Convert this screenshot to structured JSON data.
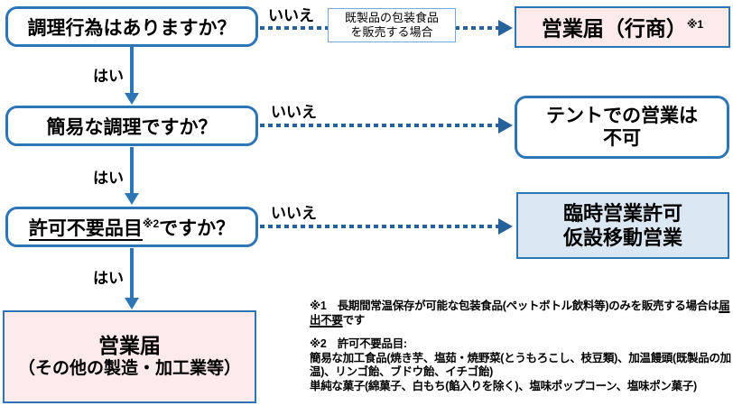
{
  "labels": {
    "yes": "はい",
    "no": "いいえ"
  },
  "flow": {
    "q1": {
      "text": "調理行為はありますか？"
    },
    "branch1": {
      "condition_line1": "既製品の包装食品",
      "condition_line2": "を販売する場合",
      "result_main": "営業届（行商）",
      "result_sup": "※1"
    },
    "q2": {
      "text": "簡易な調理ですか？"
    },
    "branch2": {
      "result_line1": "テントでの営業は",
      "result_line2": "不可"
    },
    "q3": {
      "underlined": "許可不要品目",
      "sup": "※2",
      "rest": "ですか？"
    },
    "branch3": {
      "result_line1": "臨時営業許可",
      "result_line2": "仮設移動営業"
    },
    "final": {
      "line1": "営業届",
      "line2": "（その他の製造・加工業等）"
    }
  },
  "notes": {
    "note1_prefix": "※1　長期間常温保存が可能な包装食品(ペットボトル飲料等)のみを販売する場合は",
    "note1_underlined": "届出不要",
    "note1_suffix": "です",
    "note2_heading": "※2　許可不要品目:",
    "note2_line1": "簡易な加工食品(焼き芋、塩茹・焼野菜(とうもろこし、枝豆類)、加温饅頭(既製品の加温)、リンゴ飴、ブドウ飴、イチゴ飴)",
    "note2_line2": "単純な菓子(綿菓子、白もち(餡入りを除く)、塩味ポップコーン、塩味ポン菓子)"
  },
  "colors": {
    "box_border_blue": "#2e75b6",
    "dashed_arrow_blue": "#26619c",
    "solid_arrow_blue": "#2e75b6",
    "pink_fill": "#fdeaea",
    "light_blue_fill": "#dbe7f3",
    "condition_box_border": "#7aa7d4"
  }
}
